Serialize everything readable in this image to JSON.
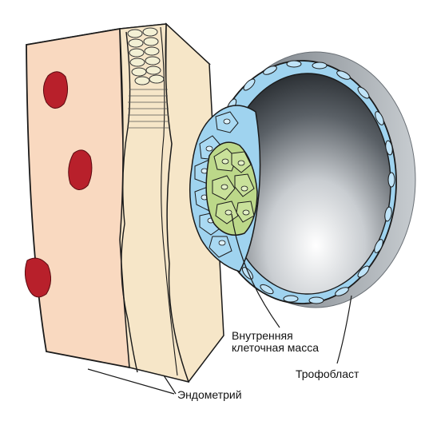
{
  "labels": {
    "inner_cell_mass_line1": "Внутренняя",
    "inner_cell_mass_line2": "клеточная масса",
    "trophoblast": "Трофобласт",
    "endometrium": "Эндометрий"
  },
  "colors": {
    "stroma": "#f9d9c0",
    "epithelium": "#f6e6c8",
    "blood_spot": "#b8202b",
    "trophoblast_cell": "#9fd3ef",
    "inner_cell_mass": "#bcd889",
    "cavity_dark": "#202428",
    "cavity_light": "#ffffff",
    "outline": "#1a1a1a"
  },
  "icons": [
    "blood-vessel-spot",
    "epithelial-cell",
    "trophoblast-cell",
    "inner-mass-cell"
  ]
}
